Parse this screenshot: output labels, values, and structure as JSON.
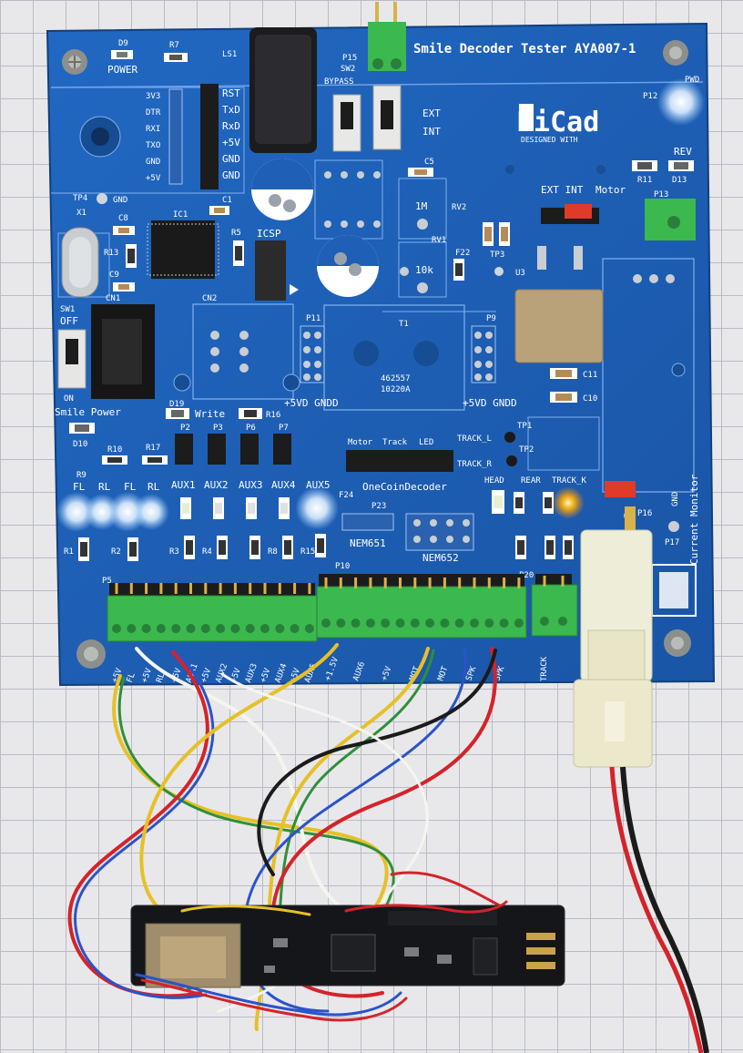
{
  "board": {
    "title": "Smile Decoder Tester AYA007-1",
    "logo_main": "KiCad",
    "logo_sub": "DESIGNED WITH",
    "power_label": "POWER",
    "d9": "D9",
    "r7": "R7",
    "ls1": "LS1",
    "p15": "P15",
    "sw2": "SW2",
    "bypass": "BYPASS",
    "ext": "EXT",
    "int": "INT",
    "pwd": "PWD",
    "p12": "P12",
    "rev": "REV",
    "d13": "D13",
    "r11": "R11",
    "ext_int": "EXT INT",
    "motor": "Motor",
    "p13": "P13",
    "serial_pins": [
      "RST",
      "TxD",
      "RxD",
      "+5V",
      "GND",
      "GND"
    ],
    "uart_pins": [
      "3V3",
      "DTR",
      "RXI",
      "TXO",
      "GND",
      "+5V"
    ],
    "tp4": "TP4",
    "gnd": "GND",
    "x1": "X1",
    "c8": "C8",
    "ic1": "IC1",
    "r5": "R5",
    "icsp": "ICSP",
    "c1": "C1",
    "r13": "R13",
    "c9": "C9",
    "cn1": "CN1",
    "cn2": "CN2",
    "sw1": "SW1",
    "off": "OFF",
    "on": "ON",
    "smile_power": "Smile Power",
    "one_m": "1M",
    "ten_k": "10k",
    "rv1": "RV1",
    "rv2": "RV2",
    "c5": "C5",
    "c11": "C11",
    "c10": "C10",
    "u3": "U3",
    "f22": "F22",
    "tp3": "TP3",
    "p11": "P11",
    "p9": "P9",
    "t1": "T1",
    "transformer_code": "462557",
    "transformer_code2": "10220A",
    "five_vd_gndd": "+5VD GNDD",
    "d19": "D19",
    "write": "Write",
    "r16": "R16",
    "d10": "D10",
    "r10": "R10",
    "r17": "R17",
    "p2": "P2",
    "p3": "P3",
    "p6": "P6",
    "p7": "P7",
    "header_labels": [
      "Motor",
      "Track",
      "LED"
    ],
    "onecoin": "OneCoinDecoder",
    "track_l": "TRACK_L",
    "track_r": "TRACK_R",
    "tp1": "TP1",
    "tp2": "TP2",
    "head": "HEAD",
    "rear": "REAR",
    "track_k": "TRACK_K",
    "current_monitor": "Current Monitor",
    "p16": "P16",
    "p17": "P17",
    "led_labels": [
      "FL",
      "RL",
      "FL",
      "RL",
      "AUX1",
      "AUX2",
      "AUX3",
      "AUX4",
      "AUX5"
    ],
    "r9": "R9",
    "f24": "F24",
    "p23": "P23",
    "nem651": "NEM651",
    "nem652": "NEM652",
    "r1": "R1",
    "r2": "R2",
    "r3": "R3",
    "r4": "R4",
    "r8": "R8",
    "r15": "R15",
    "p5": "P5",
    "p10": "P10",
    "p20": "P20",
    "terminal_labels_left": [
      "+5V",
      "FL",
      "+5V",
      "RL",
      "+5V",
      "AUX1",
      "+5V",
      "AUX2",
      "+5V",
      "AUX3",
      "+5V",
      "AUX4",
      "+5V",
      "AUX5"
    ],
    "terminal_labels_right": [
      "+1.5V",
      "AUX6",
      "+5V",
      "MOT",
      "MOT",
      "SPK",
      "SPK"
    ],
    "track": "TRACK"
  },
  "colors": {
    "board": "#1f5fb5",
    "board_dark": "#17498d",
    "terminal": "#35b54a",
    "led_white": "#f4f8ff",
    "led_amber": "#ffb000",
    "wire_red": "#d4232a",
    "wire_blue": "#2b53c9",
    "wire_yellow": "#e6c028",
    "wire_green": "#2f8f3a",
    "wire_white": "#f5f5f0",
    "wire_black": "#1b1b1b",
    "decoder_pcb": "#15161a"
  }
}
